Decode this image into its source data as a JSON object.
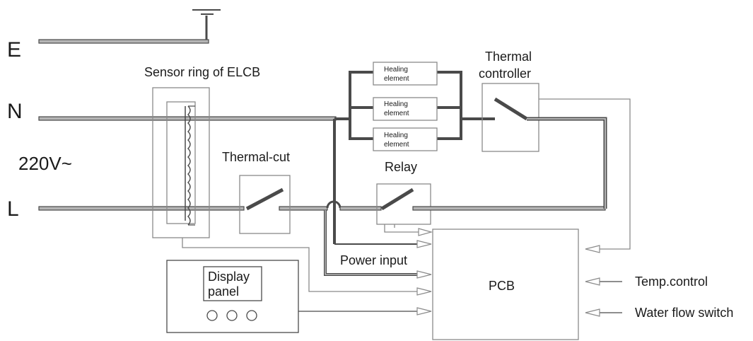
{
  "labels": {
    "earth": "E",
    "neutral": "N",
    "line": "L",
    "voltage": "220V~",
    "sensor_ring": "Sensor ring of ELCB",
    "thermal_controller_line1": "Thermal",
    "thermal_controller_line2": "controller",
    "thermal_cut": "Thermal-cut",
    "relay": "Relay",
    "power_input": "Power input",
    "pcb": "PCB",
    "display_line1": "Display",
    "display_line2": "panel",
    "temp_control": "Temp.control",
    "water_flow_switch": "Water flow switch"
  },
  "heating_elements": [
    {
      "line1": "Healing",
      "line2": "element"
    },
    {
      "line1": "Healing",
      "line2": "element"
    },
    {
      "line1": "Healing",
      "line2": "element"
    }
  ],
  "colors": {
    "wire": "#4a4a4a",
    "wire_fill": "#b5b5b5",
    "thin_wire": "#8a8a8a",
    "box_stroke": "#8a8a8a",
    "text": "#1a1a1a"
  }
}
